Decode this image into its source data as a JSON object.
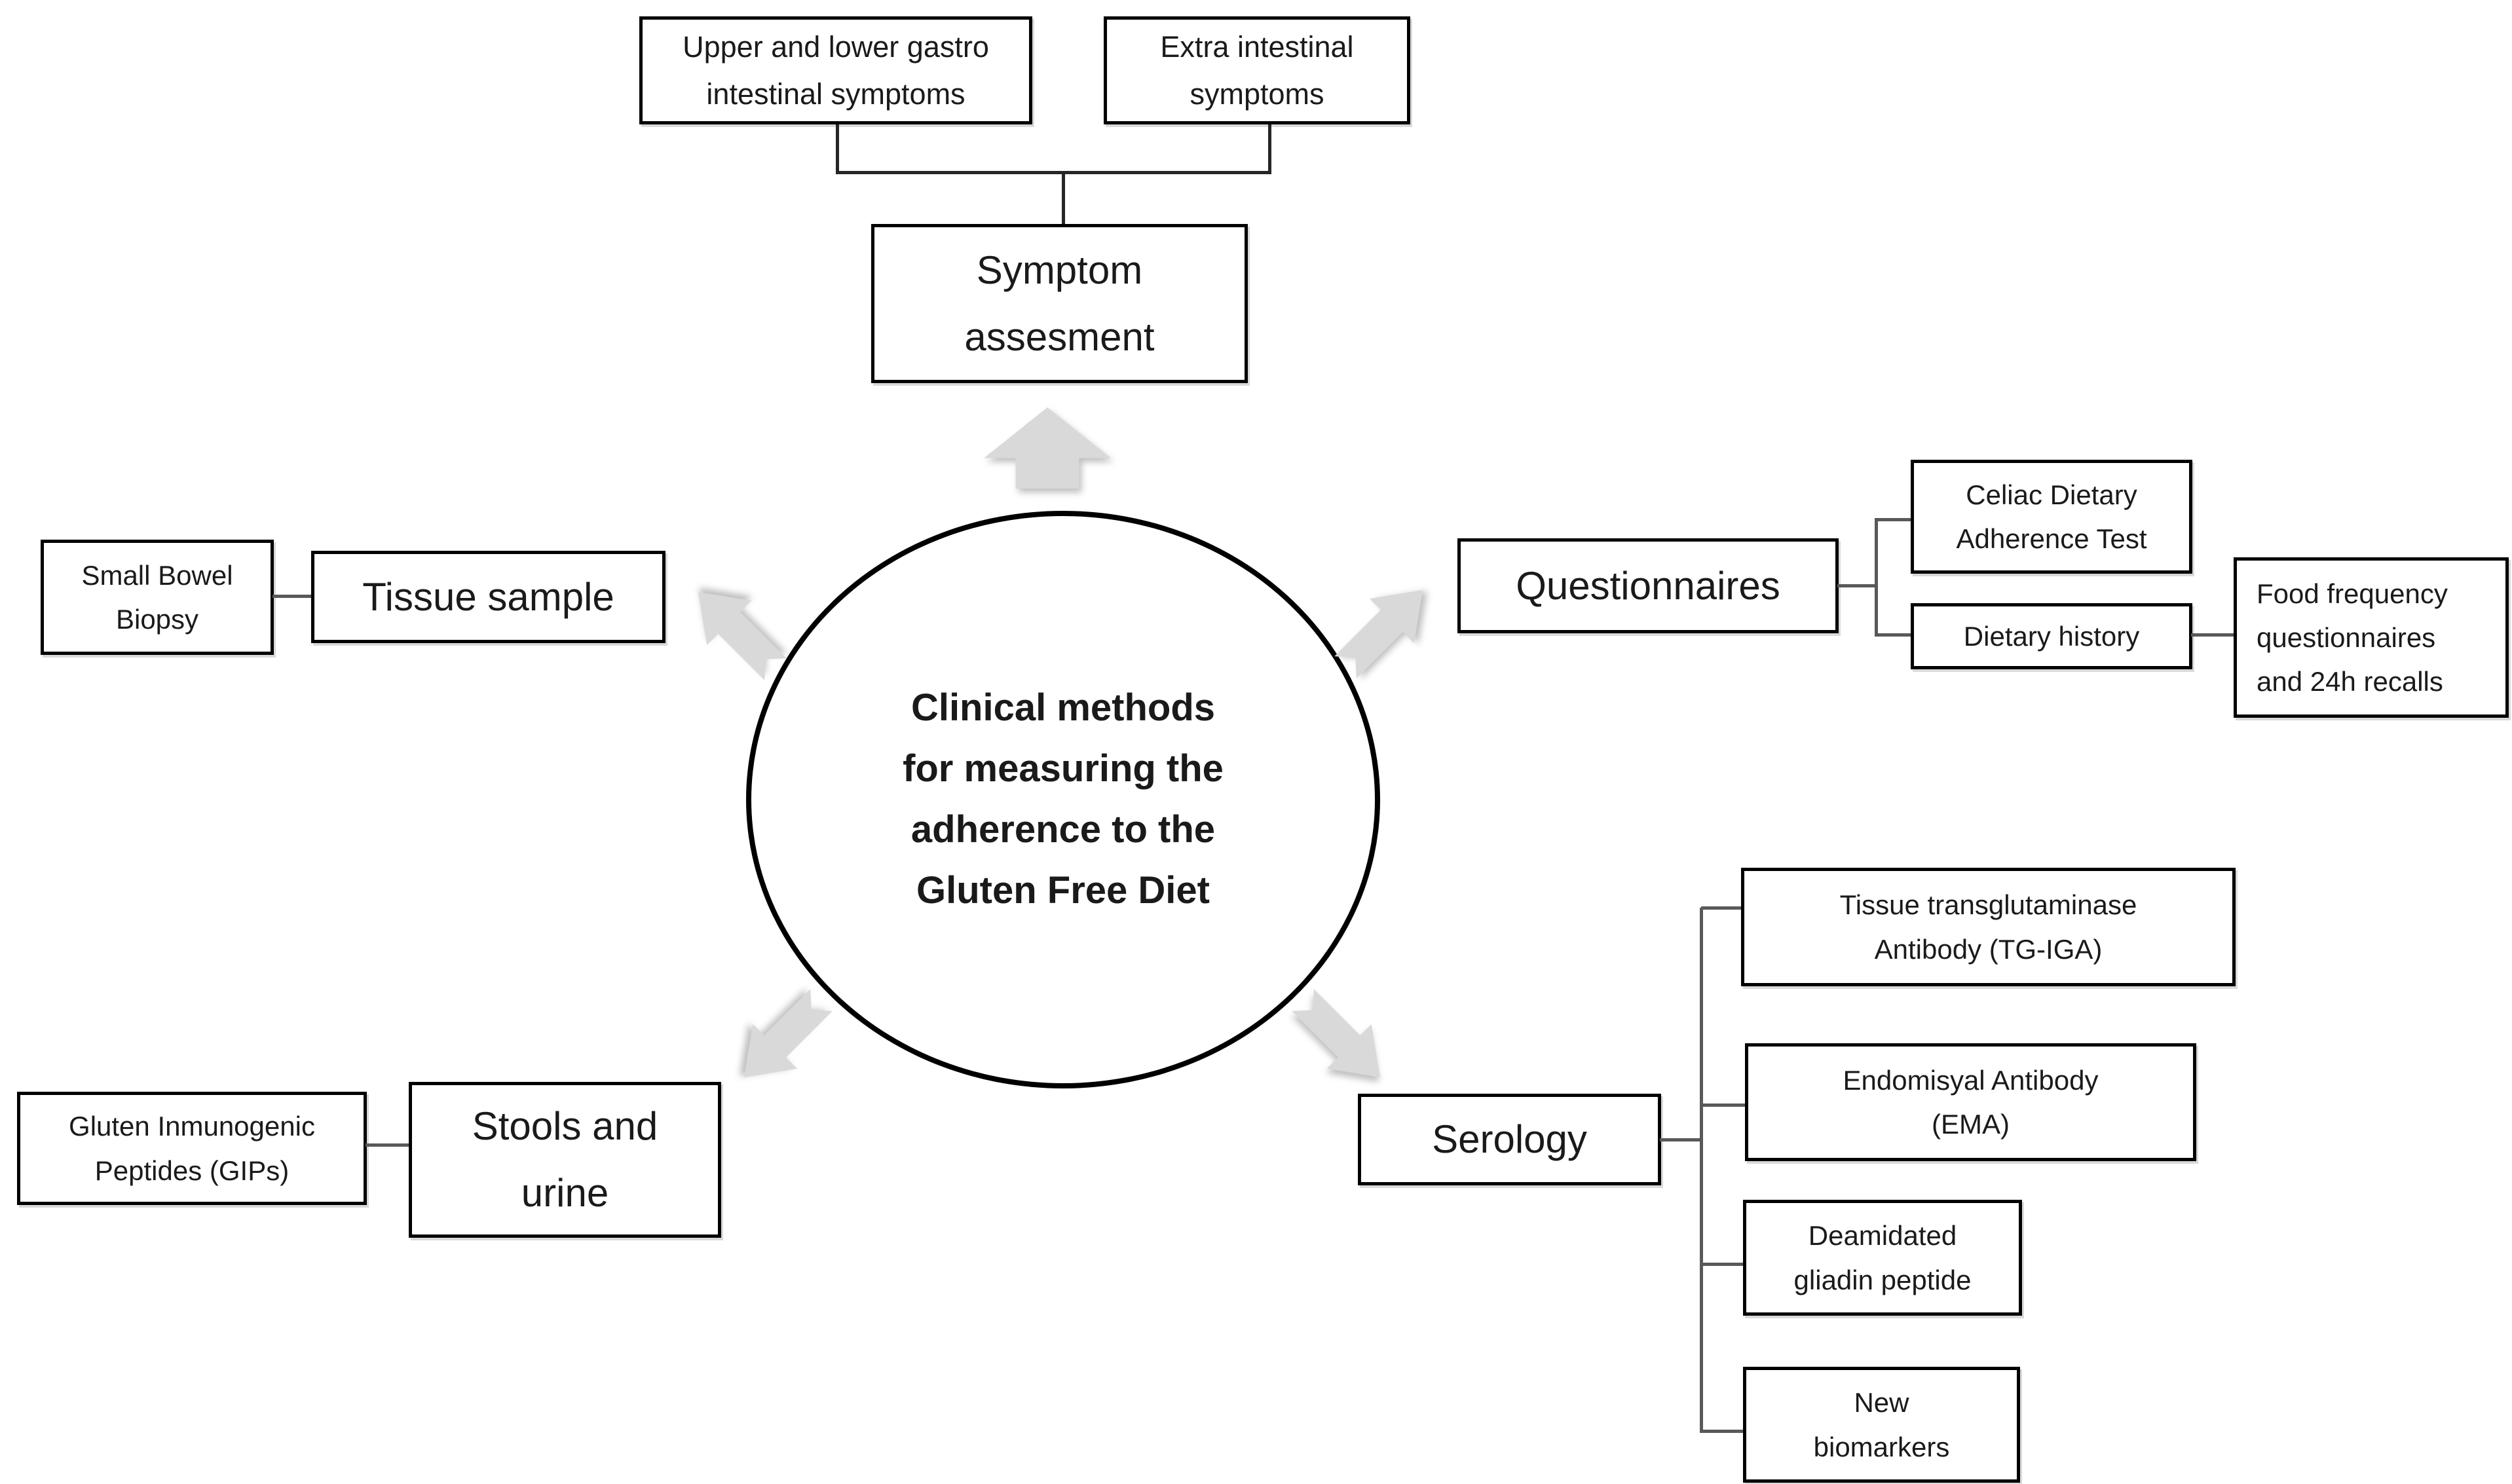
{
  "figure_title": "Clinical methods for measuring the adherence to the Gluten Free Diet",
  "colors": {
    "arrow": "#d9d9d9",
    "box_border": "#000000",
    "connector": "#595959",
    "text": "#1a1a1a",
    "background": "#ffffff"
  },
  "center": {
    "label": "Clinical methods\nfor measuring the\nadherence to the\nGluten Free Diet"
  },
  "nodes": {
    "upper_gastro": "Upper and lower gastro\nintestinal symptoms",
    "extra_intestinal": "Extra intestinal\nsymptoms",
    "symptom_assessment": "Symptom\nassesment",
    "small_bowel_biopsy": "Small Bowel\nBiopsy",
    "tissue_sample": "Tissue sample",
    "questionnaires": "Questionnaires",
    "celiac_dietary_adherence_test": "Celiac Dietary\nAdherence Test",
    "dietary_history": "Dietary history",
    "food_frequency": "Food frequency\nquestionnaires\nand 24h recalls",
    "gluten_immunogenic_peptides": "Gluten Inmunogenic\nPeptides (GIPs)",
    "stools_and_urine": "Stools and\nurine",
    "serology": "Serology",
    "tissue_transglutaminase": "Tissue transglutaminase\nAntibody (TG-IGA)",
    "endomisyal_antibody": "Endomisyal Antibody\n(EMA)",
    "deamidated_gliadin_peptide": "Deamidated\ngliadin peptide",
    "new_biomarkers": "New\nbiomarkers"
  },
  "icons": {
    "arrow_up": "block-arrow-up",
    "arrow_upper_left": "block-arrow-upper-left",
    "arrow_upper_right": "block-arrow-upper-right",
    "arrow_lower_left": "block-arrow-lower-left",
    "arrow_lower_right": "block-arrow-lower-right"
  }
}
